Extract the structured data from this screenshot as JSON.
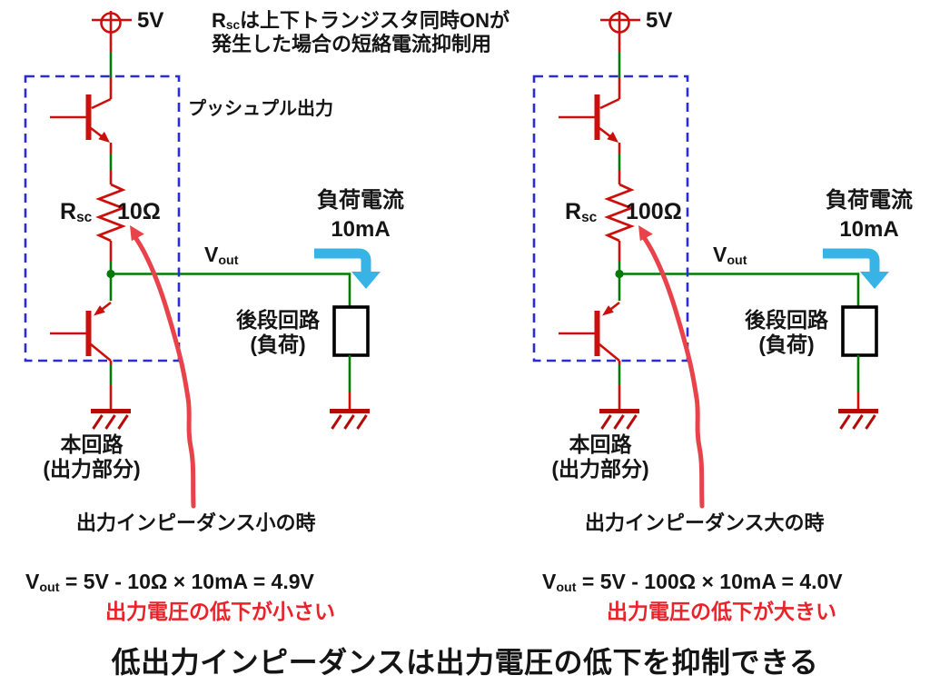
{
  "colors": {
    "black": "#151515",
    "wire_red": "#cc0f0c",
    "wire_green": "#037a03",
    "ground_red": "#b50b08",
    "box_blue": "#2b2bd4",
    "arrow_cyan": "#38b3e6",
    "ann_red": "#e8424a",
    "redtext": "#e82329"
  },
  "header_note": {
    "r": "R",
    "r_sub": "sc",
    "line1_rest": "は上下トランジスタ同時ONが",
    "line2": "発生した場合の短絡電流抑制用"
  },
  "pushpull_label": "プッシュプル出力",
  "bottom_title": "低出力インピーダンスは出力電圧の低下を抑制できる",
  "left": {
    "supply": "5V",
    "r_name": "R",
    "r_sub": "sc",
    "r_value": "10Ω",
    "vout_v": "V",
    "vout_sub": "out",
    "load_current_title": "負荷電流",
    "load_current_value": "10mA",
    "load_line1": "後段回路",
    "load_line2": "(負荷)",
    "circuit_line1": "本回路",
    "circuit_line2": "(出力部分)",
    "impedance_note": "出力インピーダンス小の時",
    "formula_v": "V",
    "formula_sub": "out",
    "formula_rest": " = 5V - 10Ω × 10mA = 4.9V",
    "caption": "出力電圧の低下が小さい"
  },
  "right": {
    "supply": "5V",
    "r_name": "R",
    "r_sub": "sc",
    "r_value": "100Ω",
    "vout_v": "V",
    "vout_sub": "out",
    "load_current_title": "負荷電流",
    "load_current_value": "10mA",
    "load_line1": "後段回路",
    "load_line2": "(負荷)",
    "circuit_line1": "本回路",
    "circuit_line2": "(出力部分)",
    "impedance_note": "出力インピーダンス大の時",
    "formula_v": "V",
    "formula_sub": "out",
    "formula_rest": " = 5V - 100Ω × 10mA = 4.0V",
    "caption": "出力電圧の低下が大きい"
  }
}
